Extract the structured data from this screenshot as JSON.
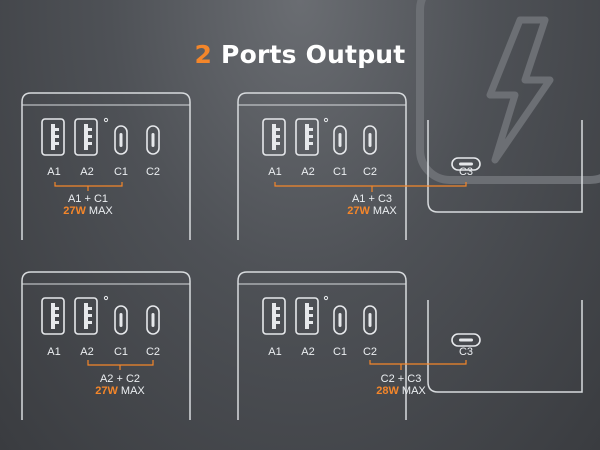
{
  "title": {
    "number": "2",
    "text": "Ports Output"
  },
  "port_labels": {
    "a1": "A1",
    "a2": "A2",
    "c1": "C1",
    "c2": "C2",
    "c3": "C3"
  },
  "combos": [
    {
      "ports": "A1 + C1",
      "watts": "27W",
      "max": "MAX"
    },
    {
      "ports": "A1 + C3",
      "watts": "27W",
      "max": "MAX"
    },
    {
      "ports": "A2 + C2",
      "watts": "27W",
      "max": "MAX"
    },
    {
      "ports": "C2 + C3",
      "watts": "28W",
      "max": "MAX"
    }
  ],
  "colors": {
    "accent": "#f4862a",
    "outline": "#d8dbde",
    "background": "#4e5156"
  },
  "icons": [
    "usb-a-port-icon",
    "usb-c-port-icon",
    "lightning-bolt-icon"
  ]
}
